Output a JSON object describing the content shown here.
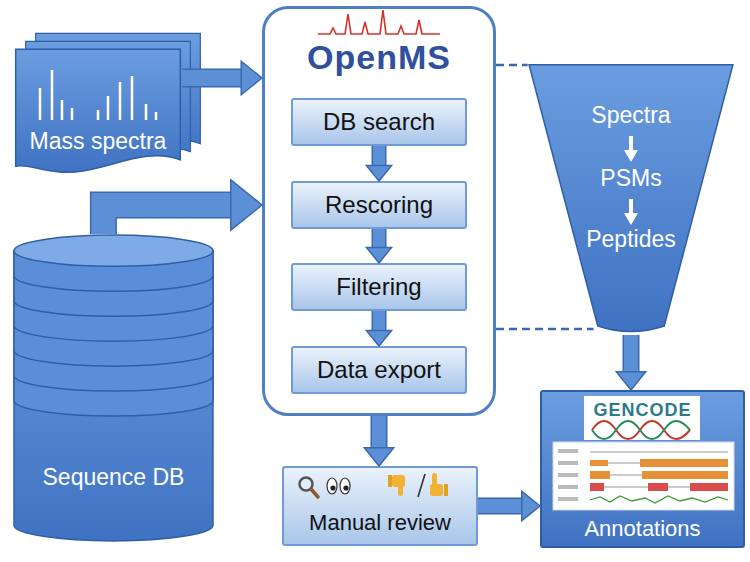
{
  "diagram": {
    "nodes": [
      {
        "text": [
          "Mass spectra"
        ]
      },
      {
        "text": [
          "OpenMS"
        ]
      },
      {
        "text": [
          "DB search"
        ],
        "in": 1
      },
      {
        "text": [
          "Rescoring"
        ],
        "in": 1
      },
      {
        "text": [
          "Filtering"
        ],
        "in": 1
      },
      {
        "text": [
          "Data export"
        ],
        "in": 1
      },
      {
        "text": [
          "Spectra",
          "PSMs",
          "Peptides"
        ]
      },
      {
        "text": [
          "Sequence DB"
        ]
      },
      {
        "text": [
          "Manual review"
        ]
      },
      {
        "text": [
          "GENCODE",
          "Annotations"
        ]
      }
    ],
    "edges": [
      {
        "from": 0,
        "to": 1,
        "arrow": "to"
      },
      {
        "from": 7,
        "to": 1,
        "arrow": "to"
      },
      {
        "from": 2,
        "to": 3,
        "arrow": "to"
      },
      {
        "from": 3,
        "to": 4,
        "arrow": "to"
      },
      {
        "from": 4,
        "to": 5,
        "arrow": "to"
      },
      {
        "from": 1,
        "to": 6,
        "arrow": "none"
      },
      {
        "from": 1,
        "to": 6,
        "arrow": "none"
      },
      {
        "from": 1,
        "to": 8,
        "arrow": "to"
      },
      {
        "from": 6,
        "to": 9,
        "arrow": "to"
      },
      {
        "from": 8,
        "to": 9,
        "arrow": "to"
      }
    ]
  }
}
